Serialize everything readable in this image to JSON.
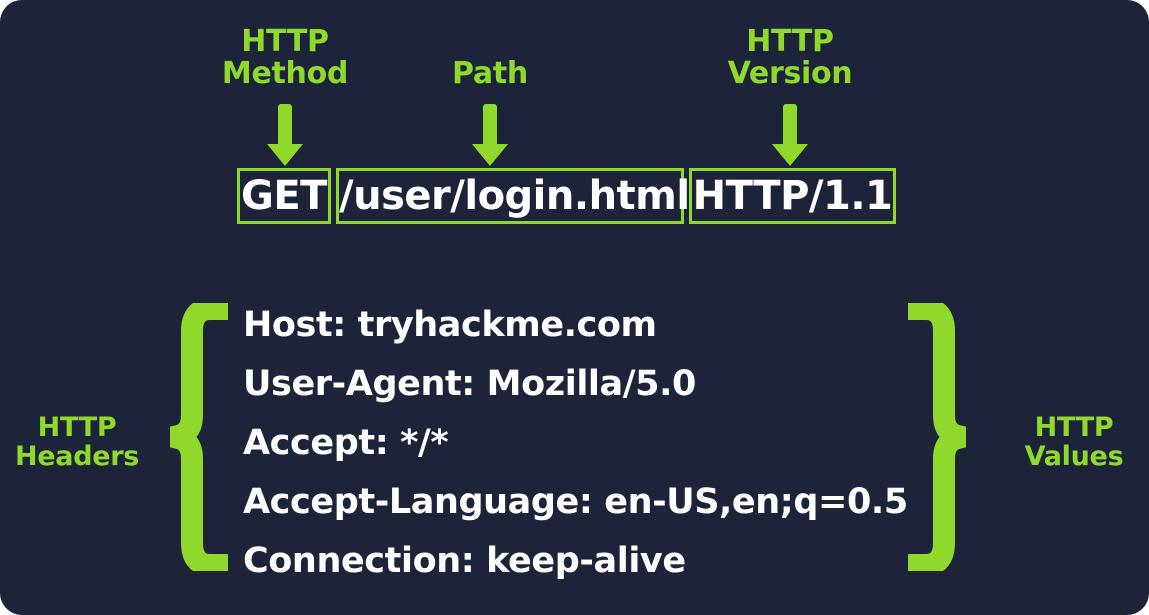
{
  "theme": {
    "background": "#1d2439",
    "accent_green": "#8ed92c",
    "text_white": "#ffffff"
  },
  "annotations": {
    "method_label": "HTTP\nMethod",
    "path_label": "Path",
    "version_label": "HTTP\nVersion",
    "headers_label": "HTTP\nHeaders",
    "values_label": "HTTP\nValues"
  },
  "request_line": {
    "method": "GET",
    "path": "/user/login.html",
    "version": "HTTP/1.1"
  },
  "headers": [
    {
      "name": "Host",
      "value": "tryhackme.com",
      "line": "Host: tryhackme.com"
    },
    {
      "name": "User-Agent",
      "value": "Mozilla/5.0",
      "line": "User-Agent: Mozilla/5.0"
    },
    {
      "name": "Accept",
      "value": "*/*",
      "line": "Accept: */*"
    },
    {
      "name": "Accept-Language",
      "value": "en-US,en;q=0.5",
      "line": "Accept-Language: en-US,en;q=0.5"
    },
    {
      "name": "Connection",
      "value": "keep-alive",
      "line": "Connection: keep-alive"
    }
  ],
  "icons": {
    "arrow_down": "down-arrow-icon",
    "brace_left": "left-curly-brace-icon",
    "brace_right": "right-curly-brace-icon"
  }
}
